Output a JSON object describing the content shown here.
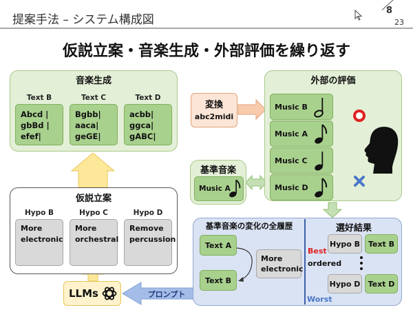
{
  "header": {
    "title": "提案手法 – システム構成図",
    "page_current": "8",
    "page_total": "23"
  },
  "main_title": "仮説立案・音楽生成・外部評価を繰り返す",
  "music_gen": {
    "title": "音楽生成",
    "texts": [
      {
        "label": "Text B",
        "lines": [
          "Abcd |",
          "gbBd |",
          "efef|"
        ]
      },
      {
        "label": "Text C",
        "lines": [
          "Bgbb|",
          "aaca|",
          "geGE|"
        ]
      },
      {
        "label": "Text D",
        "lines": [
          "acbb|",
          "ggca|",
          "gABC|"
        ]
      }
    ]
  },
  "convert": {
    "title": "変換",
    "tool": "abc2midi"
  },
  "external_eval": {
    "title": "外部の評価",
    "items": [
      "Music B",
      "Music A",
      "Music C",
      "Music D"
    ],
    "good_symbol": "circle",
    "bad_symbol": "cross"
  },
  "reference": {
    "title": "基準音楽",
    "item": "Music A"
  },
  "hypothesis": {
    "title": "仮説立案",
    "hypos": [
      {
        "label": "Hypo B",
        "text": [
          "More",
          "electronic"
        ]
      },
      {
        "label": "Hypo C",
        "text": [
          "More",
          "orchestral"
        ]
      },
      {
        "label": "Hypo D",
        "text": [
          "Remove",
          "percussion"
        ]
      }
    ]
  },
  "history": {
    "title": "基準音楽の変化の全履歴",
    "text_a": "Text A",
    "text_b": "Text B",
    "change": [
      "More",
      "electronic"
    ]
  },
  "preference": {
    "title": "選好結果",
    "best": "Best",
    "worst": "Worst",
    "ordered": "ordered",
    "rows": [
      {
        "hypo": "Hypo B",
        "text": "Text B"
      },
      {
        "hypo": "Hypo D",
        "text": "Text D"
      }
    ]
  },
  "llm": {
    "label": "LLMs",
    "icon": "openai-logo-icon"
  },
  "prompt": {
    "label": "プロンプト"
  },
  "colors": {
    "green_fill": "#a9d18e",
    "panel_green": "#e3efd6",
    "arrow_yellow": "#fde89a",
    "panel_blue": "#dae3f3",
    "arrow_blue": "#a4bde8",
    "arrow_orange": "#f8cbad"
  }
}
